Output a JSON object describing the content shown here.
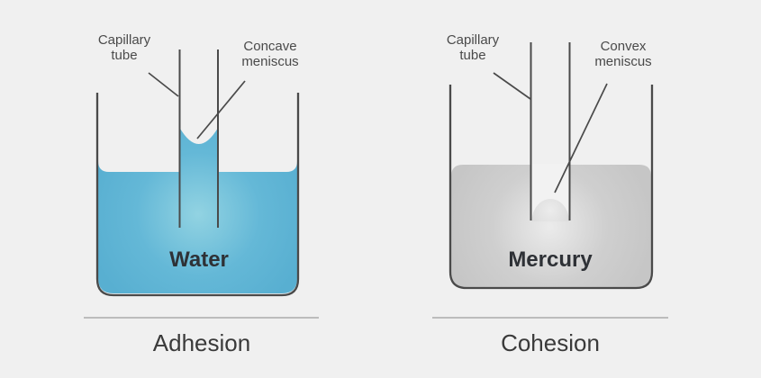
{
  "title": "Adhesion and cohesion capillary meniscus diagram",
  "background": "#f0f0f0",
  "colors": {
    "outline": "#4a4a4a",
    "pointer": "#4a4a4a",
    "divider": "#aaaaaa",
    "label_text": "#4a4a4a",
    "title_text": "#2e3136",
    "caption_text": "#3a3a3a",
    "water_glow": "#92d3e2",
    "water_mid": "#64b8d7",
    "water_edge": "#58afd1",
    "mercury_glow": "#ebebeb",
    "mercury_mid": "#cfcfcf",
    "mercury_edge": "#c6c6c6",
    "dome_light": "#ececec",
    "dome_dark": "#d7d7d7",
    "tube_interior": "#f2f2f2"
  },
  "left_figure": {
    "tube_label_line1": "Capillary",
    "tube_label_line2": "tube",
    "meniscus_label_line1": "Concave",
    "meniscus_label_line2": "meniscus",
    "liquid_label": "Water",
    "caption": "Adhesion"
  },
  "right_figure": {
    "tube_label_line1": "Capillary",
    "tube_label_line2": "tube",
    "meniscus_label_line1": "Convex",
    "meniscus_label_line2": "meniscus",
    "liquid_label": "Mercury",
    "caption": "Cohesion"
  }
}
